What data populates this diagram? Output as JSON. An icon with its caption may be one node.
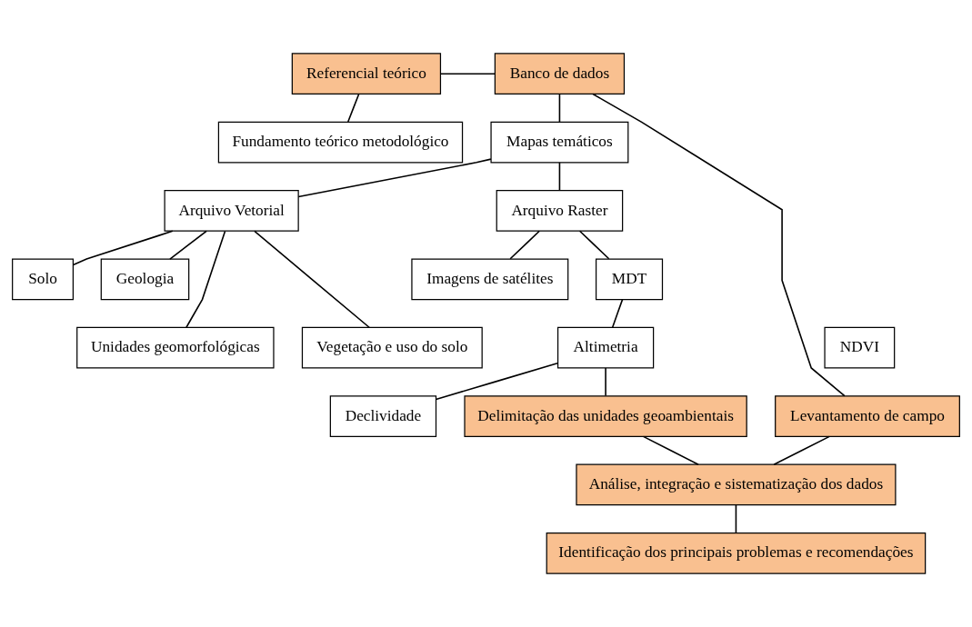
{
  "diagram": {
    "nodes": [
      {
        "text": [
          "Referencial teórico"
        ]
      },
      {
        "text": [
          "Banco de dados"
        ]
      },
      {
        "text": [
          "Fundamento teórico metodológico"
        ]
      },
      {
        "text": [
          "Mapas temáticos"
        ]
      },
      {
        "text": [
          "Arquivo Vetorial"
        ]
      },
      {
        "text": [
          "Arquivo Raster"
        ]
      },
      {
        "text": [
          "Solo"
        ]
      },
      {
        "text": [
          "Geologia"
        ]
      },
      {
        "text": [
          "Imagens de satélites"
        ]
      },
      {
        "text": [
          "MDT"
        ]
      },
      {
        "text": [
          "Unidades geomorfológicas"
        ]
      },
      {
        "text": [
          "Vegetação e uso do solo"
        ]
      },
      {
        "text": [
          "NDVI"
        ]
      },
      {
        "text": [
          "Altimetria"
        ]
      },
      {
        "text": [
          "Declividade"
        ]
      },
      {
        "text": [
          "Delimitação das unidades geoambientais"
        ]
      },
      {
        "text": [
          "Levantamento de campo"
        ]
      },
      {
        "text": [
          "Análise, integração e sistematização dos dados"
        ]
      },
      {
        "text": [
          "Identificação dos principais problemas e recomendações"
        ]
      }
    ],
    "edges": [
      {
        "from": 0,
        "to": 1,
        "arrow": "none"
      },
      {
        "from": 0,
        "to": 2,
        "arrow": "none"
      },
      {
        "from": 1,
        "to": 3,
        "arrow": "none"
      },
      {
        "from": 3,
        "to": 4,
        "arrow": "none"
      },
      {
        "from": 3,
        "to": 5,
        "arrow": "none"
      },
      {
        "from": 4,
        "to": 6,
        "arrow": "none"
      },
      {
        "from": 4,
        "to": 7,
        "arrow": "none"
      },
      {
        "from": 4,
        "to": 10,
        "arrow": "none"
      },
      {
        "from": 4,
        "to": 11,
        "arrow": "none"
      },
      {
        "from": 5,
        "to": 8,
        "arrow": "none"
      },
      {
        "from": 5,
        "to": 9,
        "arrow": "none"
      },
      {
        "from": 9,
        "to": 13,
        "arrow": "none"
      },
      {
        "from": 13,
        "to": 14,
        "arrow": "none"
      },
      {
        "from": 13,
        "to": 15,
        "arrow": "none"
      },
      {
        "from": 1,
        "to": 16,
        "arrow": "none"
      },
      {
        "from": 15,
        "to": 17,
        "arrow": "none"
      },
      {
        "from": 16,
        "to": 17,
        "arrow": "none"
      },
      {
        "from": 17,
        "to": 18,
        "arrow": "none"
      }
    ]
  }
}
